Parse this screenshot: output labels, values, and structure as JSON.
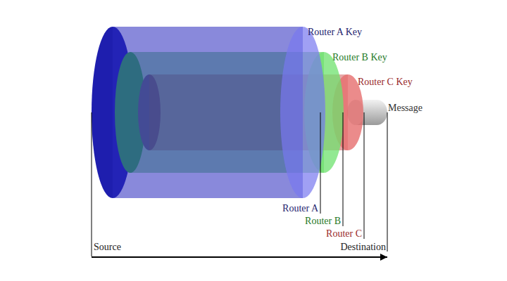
{
  "diagram": {
    "labels": [
      "Router A Key",
      "Router B Key",
      "Router C Key",
      "Message",
      "Router A",
      "Router B",
      "Router C",
      "Source",
      "Destination"
    ]
  }
}
